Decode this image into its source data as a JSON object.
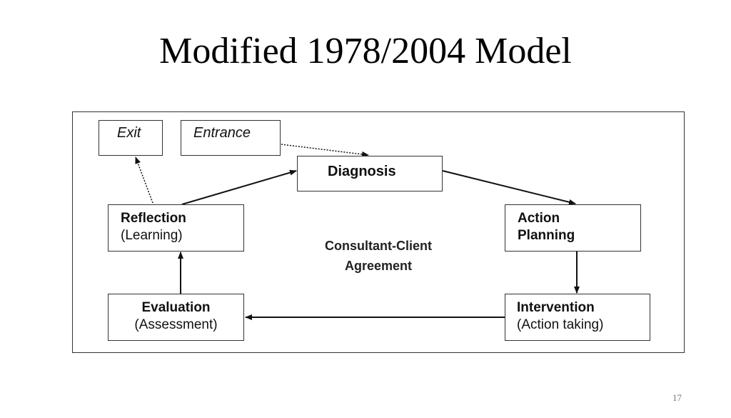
{
  "title": "Modified 1978/2004 Model",
  "page_number": "17",
  "diagram": {
    "exit": "Exit",
    "entrance": "Entrance",
    "diagnosis": "Diagnosis",
    "reflection": {
      "line1": "Reflection",
      "line2": "(Learning)"
    },
    "action_planning": {
      "line1": "Action",
      "line2": "Planning"
    },
    "evaluation": {
      "line1": "Evaluation",
      "line2": "(Assessment)"
    },
    "intervention": {
      "line1": "Intervention",
      "line2": "(Action taking)"
    },
    "center": {
      "line1": "Consultant-Client",
      "line2": "Agreement"
    }
  }
}
